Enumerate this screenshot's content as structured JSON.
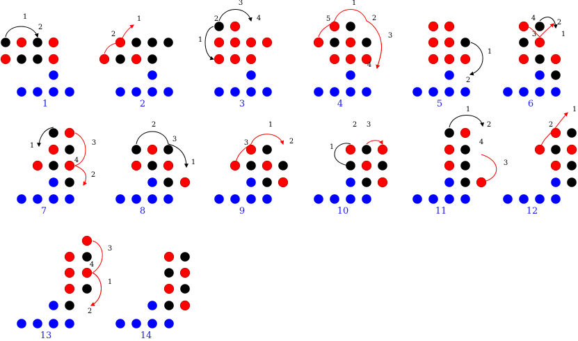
{
  "colors": {
    "red": "#ff0000",
    "black": "#000000",
    "blue": "#0000ff",
    "caption": "#1a1ae6"
  },
  "panels": [
    {
      "caption": "1",
      "dots": [
        "k",
        "r",
        "k",
        "r",
        "r",
        "k",
        "k",
        "r",
        "b",
        "b",
        "b",
        "b",
        "b"
      ],
      "arrows": [
        {
          "color": "black",
          "labels": [
            "1",
            "2"
          ]
        }
      ]
    },
    {
      "caption": "2",
      "dots": [
        "r",
        "k",
        "k",
        "k",
        "r",
        "k",
        "r",
        "k",
        "b",
        "b",
        "b",
        "b",
        "b"
      ],
      "arrows": [
        {
          "color": "red",
          "labels": [
            "2",
            "1"
          ]
        }
      ]
    },
    {
      "caption": "3",
      "dots": [
        "k",
        "r",
        "r",
        "r",
        "r",
        "r",
        "r",
        "r",
        "r",
        "b",
        "b",
        "b",
        "b",
        "b"
      ],
      "arrows": [
        {
          "color": "black",
          "labels": [
            "2",
            "3",
            "4"
          ]
        },
        {
          "color": "black",
          "labels": [
            "1"
          ]
        }
      ]
    },
    {
      "caption": "4",
      "dots": [
        "r",
        "k",
        "r",
        "k",
        "r",
        "k",
        "r",
        "r",
        "r",
        "b",
        "b",
        "b",
        "b",
        "b"
      ],
      "arrows": [
        {
          "color": "red",
          "labels": [
            "5",
            "1",
            "2"
          ]
        },
        {
          "color": "red",
          "labels": [
            "3",
            "4"
          ]
        }
      ]
    },
    {
      "caption": "5",
      "dots": [
        "r",
        "r",
        "r",
        "r",
        "k",
        "r",
        "r",
        "r",
        "b",
        "b",
        "b",
        "b",
        "b"
      ],
      "arrows": [
        {
          "color": "black",
          "labels": [
            "1",
            "2"
          ]
        }
      ]
    },
    {
      "caption": "6",
      "dots": [
        "r",
        "k",
        "k",
        "r",
        "r",
        "k",
        "r",
        "b",
        "k",
        "b",
        "b",
        "b",
        "b"
      ],
      "arrows": [
        {
          "color": "black",
          "labels": [
            "4",
            "3",
            "1"
          ]
        },
        {
          "color": "red",
          "labels": [
            "2"
          ]
        }
      ]
    },
    {
      "caption": "7",
      "dots": [
        "k",
        "r",
        "r",
        "k",
        "r",
        "k",
        "r",
        "b",
        "k",
        "b",
        "b",
        "b",
        "b"
      ],
      "arrows": [
        {
          "color": "black",
          "labels": [
            "1"
          ]
        },
        {
          "color": "red",
          "labels": [
            "3",
            "4",
            "2"
          ]
        }
      ]
    },
    {
      "caption": "8",
      "dots": [
        "k",
        "r",
        "k",
        "r",
        "k",
        "r",
        "b",
        "k",
        "r",
        "b",
        "b",
        "b",
        "b"
      ],
      "arrows": [
        {
          "color": "black",
          "labels": [
            "2",
            "3",
            "1"
          ]
        }
      ]
    },
    {
      "caption": "9",
      "dots": [
        "r",
        "k",
        "r",
        "k",
        "r",
        "k",
        "b",
        "k",
        "r",
        "b",
        "b",
        "b",
        "b"
      ],
      "arrows": [
        {
          "color": "red",
          "labels": [
            "3",
            "1",
            "2"
          ]
        }
      ]
    },
    {
      "caption": "10",
      "dots": [
        "r",
        "k",
        "r",
        "k",
        "r",
        "k",
        "b",
        "k",
        "r",
        "b",
        "b",
        "b",
        "b"
      ],
      "arrows": [
        {
          "color": "black",
          "labels": [
            "2",
            "1"
          ]
        },
        {
          "color": "red",
          "labels": [
            "3"
          ]
        }
      ]
    },
    {
      "caption": "11",
      "dots": [
        "k",
        "r",
        "r",
        "k",
        "r",
        "k",
        "b",
        "k",
        "r",
        "b",
        "b",
        "b",
        "b"
      ],
      "arrows": [
        {
          "color": "black",
          "labels": [
            "1",
            "2"
          ]
        },
        {
          "color": "red",
          "labels": [
            "4",
            "3"
          ]
        }
      ]
    },
    {
      "caption": "12",
      "dots": [
        "r",
        "k",
        "r",
        "k",
        "r",
        "r",
        "k",
        "b",
        "k",
        "b",
        "b",
        "b",
        "b"
      ],
      "arrows": [
        {
          "color": "red",
          "labels": [
            "2",
            "1"
          ]
        }
      ]
    },
    {
      "caption": "13",
      "dots": [
        "r",
        "r",
        "k",
        "r",
        "r",
        "r",
        "k",
        "b",
        "k",
        "b",
        "b",
        "b",
        "b"
      ],
      "arrows": [
        {
          "color": "red",
          "labels": [
            "3",
            "4"
          ]
        },
        {
          "color": "red",
          "labels": [
            "1",
            "2"
          ]
        }
      ]
    },
    {
      "caption": "14",
      "dots": [
        "r",
        "k",
        "k",
        "r",
        "r",
        "k",
        "b",
        "k",
        "r",
        "b",
        "b",
        "b",
        "b"
      ],
      "arrows": []
    }
  ]
}
